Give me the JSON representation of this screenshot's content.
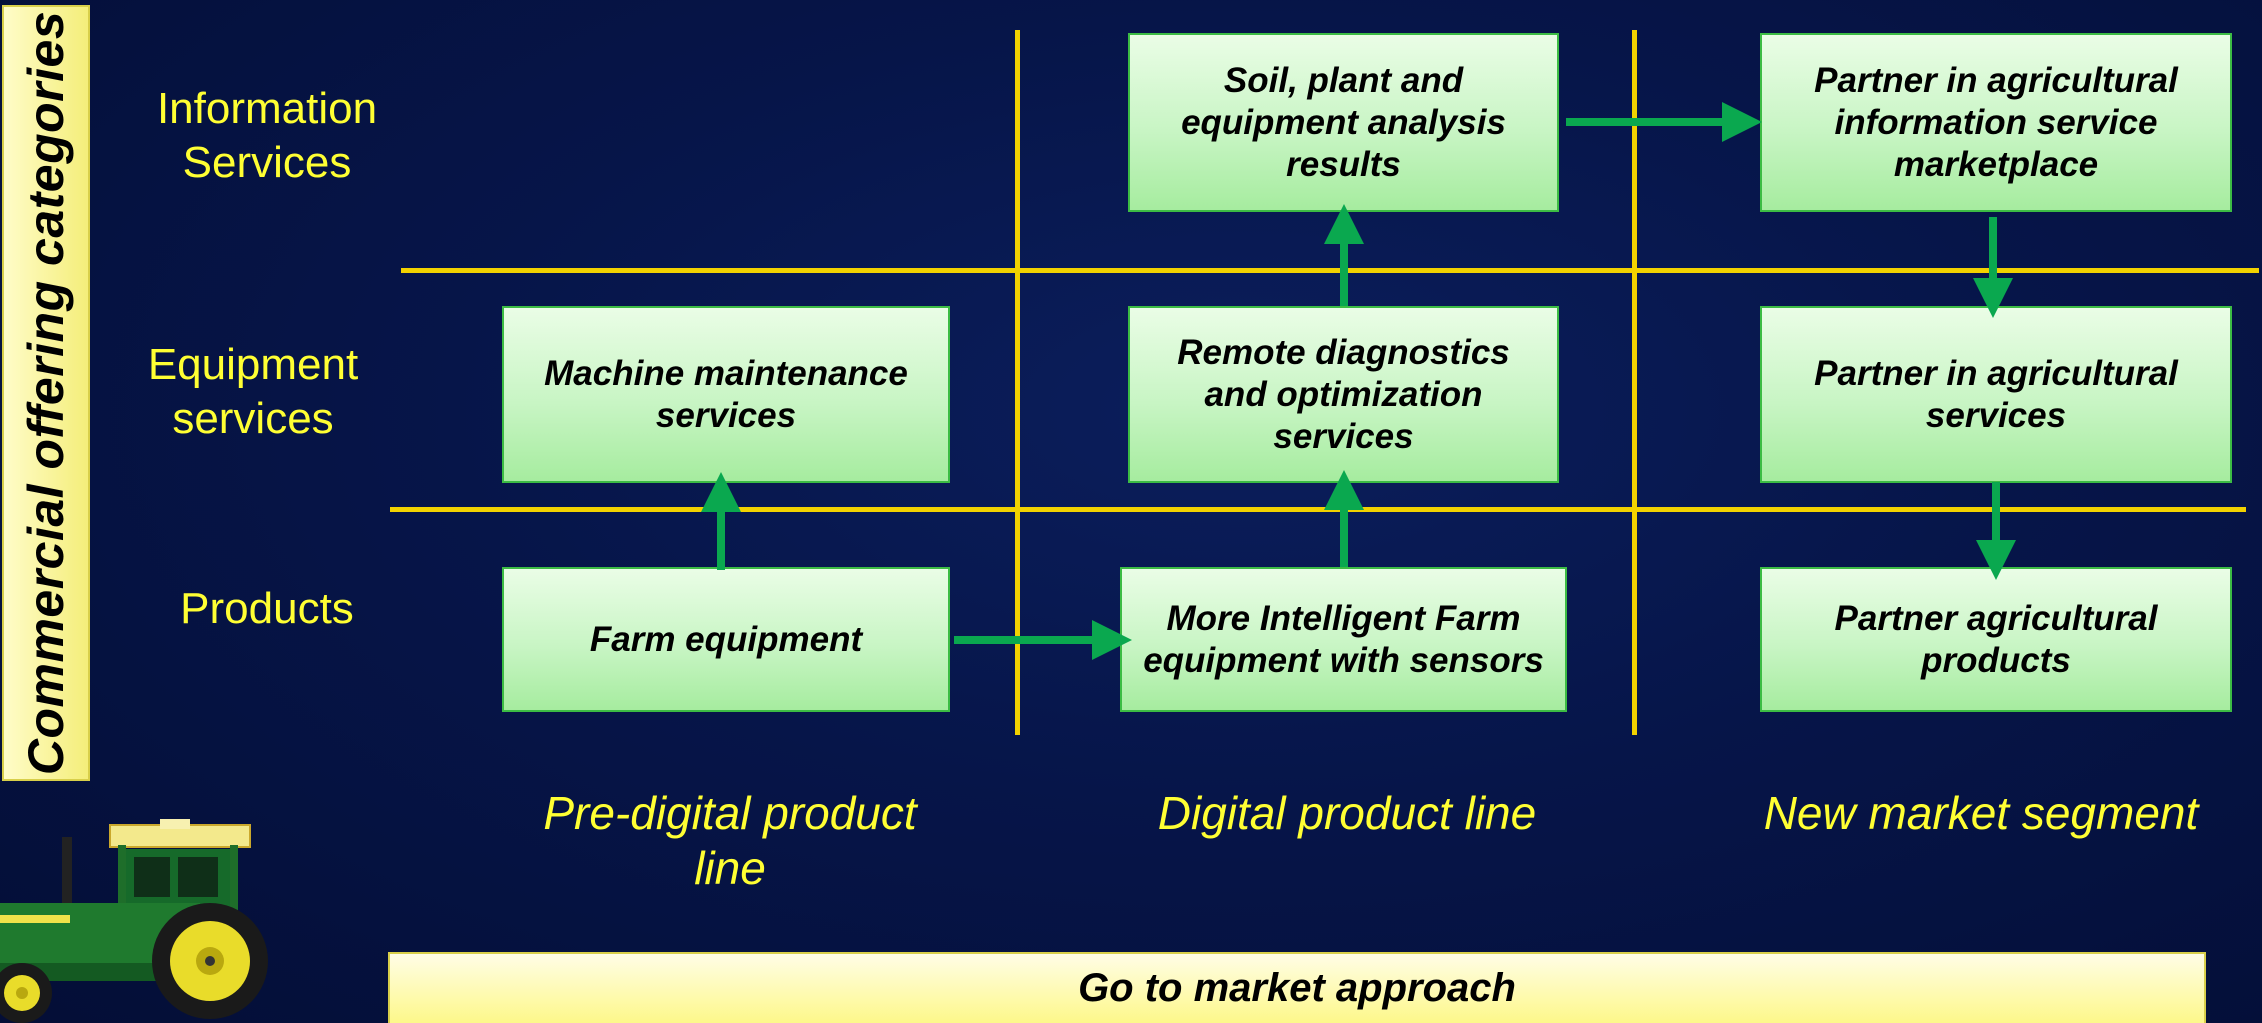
{
  "side_label": "Commercial offering categories",
  "rows": {
    "information": "Information Services",
    "equipment": "Equipment services",
    "products": "Products"
  },
  "columns": {
    "pre_digital": "Pre-digital product line",
    "digital": "Digital product line",
    "new_market": "New market segment"
  },
  "boxes": {
    "machine_maintenance": "Machine maintenance services",
    "farm_equipment": "Farm equipment",
    "soil_analysis": "Soil, plant and equipment analysis results",
    "remote_diagnostics": "Remote diagnostics and optimization services",
    "intelligent_equipment": "More Intelligent Farm equipment with sensors",
    "partner_info_marketplace": "Partner in agricultural information service marketplace",
    "partner_services": "Partner in agricultural services",
    "partner_products": "Partner agricultural products"
  },
  "footer": "Go to market approach",
  "colors": {
    "grid_line": "#f2d200",
    "label_text": "#ffff33",
    "arrow": "#0aa84f",
    "box_fill": "#c8f5c4"
  }
}
